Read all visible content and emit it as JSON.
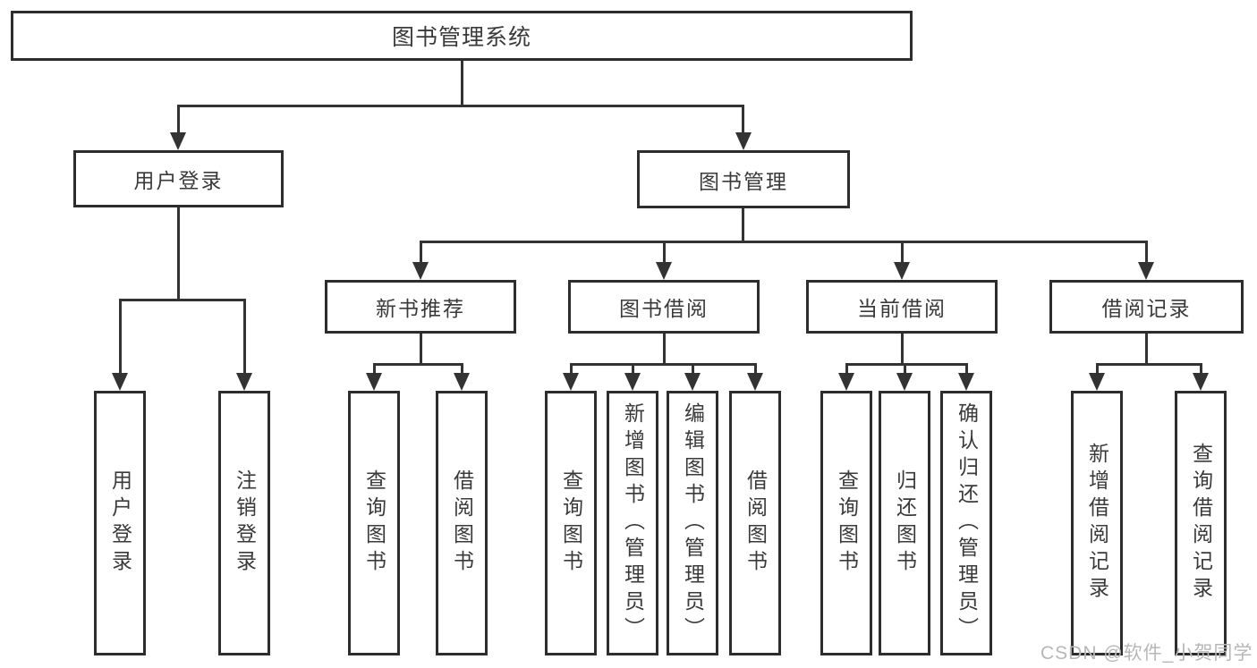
{
  "diagram": {
    "root": {
      "label": "图书管理系统"
    },
    "level2": {
      "user_login": {
        "label": "用户登录"
      },
      "book_mgmt": {
        "label": "图书管理"
      }
    },
    "level3": {
      "new_book_rec": {
        "label": "新书推荐"
      },
      "book_borrow": {
        "label": "图书借阅"
      },
      "current_borrow": {
        "label": "当前借阅"
      },
      "borrow_records": {
        "label": "借阅记录"
      }
    },
    "leaves": {
      "user_login_leaf": {
        "label": "用户登录"
      },
      "logout_leaf": {
        "label": "注销登录"
      },
      "nbr_query_books": {
        "label": "查询图书"
      },
      "nbr_borrow_books": {
        "label": "借阅图书"
      },
      "bb_query_books": {
        "label": "查询图书"
      },
      "bb_add_books": {
        "label": "新增图书（管理员）"
      },
      "bb_edit_books": {
        "label": "编辑图书（管理员）"
      },
      "bb_borrow_books": {
        "label": "借阅图书"
      },
      "cb_query_books": {
        "label": "查询图书"
      },
      "cb_return_books": {
        "label": "归还图书"
      },
      "cb_confirm_return": {
        "label": "确认归还（管理员）"
      },
      "br_add_record": {
        "label": "新增借阅记录"
      },
      "br_query_record": {
        "label": "查询借阅记录"
      }
    },
    "watermark": "CSDN @软件_小贺同学",
    "colors": {
      "line": "#333333",
      "border": "#2d2d2d",
      "text": "#3a3a3a",
      "watermark_text": "#b7b7b7",
      "background": "#ffffff"
    }
  }
}
